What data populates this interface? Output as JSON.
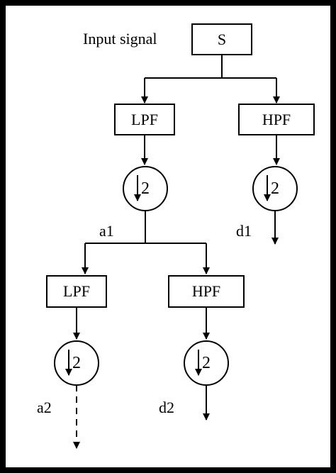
{
  "diagram": {
    "input_label": "Input signal",
    "source": "S",
    "level1": {
      "lowpass": "LPF",
      "highpass": "HPF",
      "downsample": "2",
      "approx": "a1",
      "detail": "d1"
    },
    "level2": {
      "lowpass": "LPF",
      "highpass": "HPF",
      "downsample": "2",
      "approx": "a2",
      "detail": "d2"
    }
  },
  "colors": {
    "frame": "#000000",
    "background": "#ffffff",
    "stroke": "#000000"
  }
}
